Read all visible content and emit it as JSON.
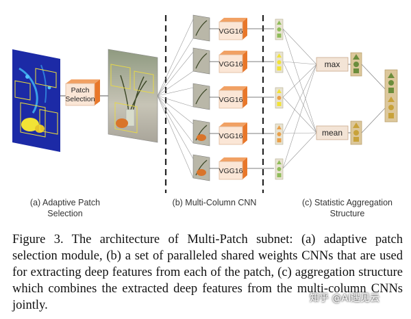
{
  "panels": {
    "a": {
      "label_line1": "(a) Adaptive Patch",
      "label_line2": "Selection",
      "module_line1": "Patch",
      "module_line2": "Selection"
    },
    "b": {
      "label": "(b) Multi-Column CNN",
      "network_label": "VGG16",
      "column_count": 5
    },
    "c": {
      "label_line1": "(c) Statistic Aggregation",
      "label_line2": "Structure",
      "op_max": "max",
      "op_mean": "mean"
    }
  },
  "caption": {
    "text": "Figure 3. The architecture of Multi-Patch subnet: (a) adaptive patch selection module, (b) a set of paralleled shared weights CNNs that are used for extracting deep features from each of the patch, (c) aggregation structure which combines the extracted deep features from the multi-column CNNs jointly."
  },
  "watermark": "知乎 @AI遇见云",
  "colors": {
    "saliency_bg": "#1c2aa6",
    "module_face": "#fbe6d6",
    "module_side": "#e8772a",
    "feature_green": "#8fbc5a",
    "feature_yellow": "#f2e335",
    "feature_orange": "#e9a04a",
    "op_face": "#f3e4d6",
    "stack_fill": "#dcc79b",
    "final_shape_fill": "#c8a23a",
    "final_shape_green": "#6b8d3c"
  }
}
